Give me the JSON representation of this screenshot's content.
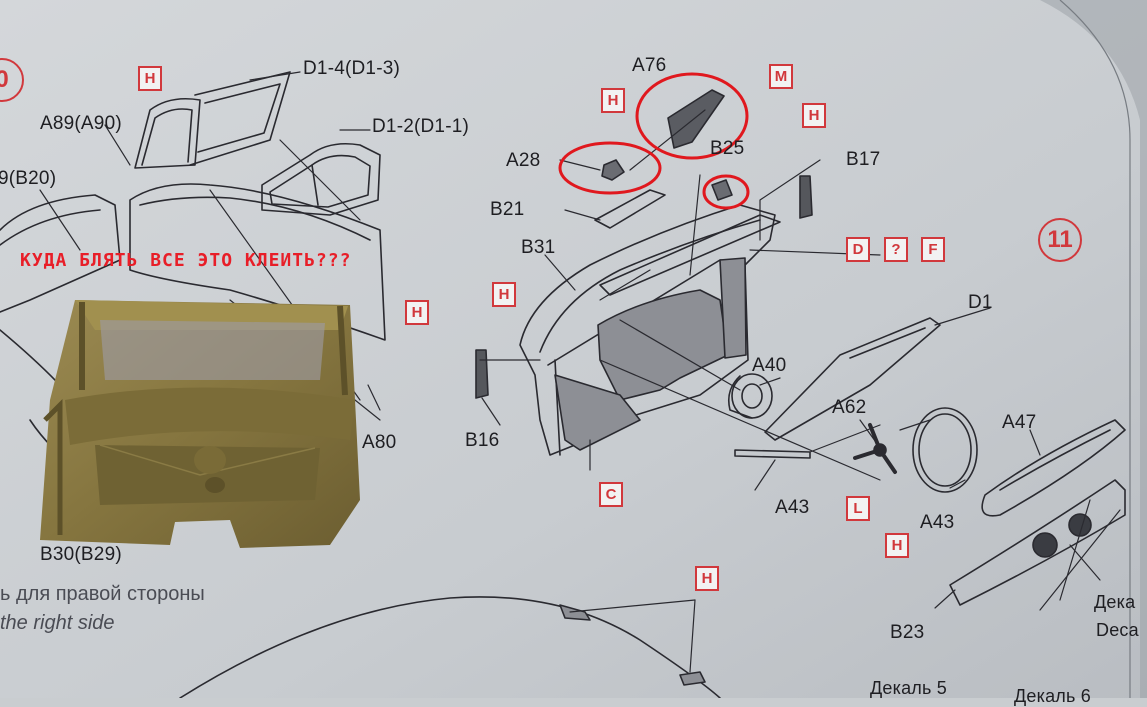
{
  "photo": {
    "overlay_note": "КУДА БЛЯТЬ ВСЕ ЭТО КЛЕИТЬ???",
    "step_number": "11",
    "partial_step_digit": "0",
    "part_labels": {
      "d1_4": "D1-4(D1-3)",
      "d1_2": "D1-2(D1-1)",
      "a89": "A89(A90)",
      "b19": "9(B20)",
      "a76": "A76",
      "a28": "A28",
      "b25": "B25",
      "b17": "B17",
      "b21": "B21",
      "b31": "B31",
      "d1": "D1",
      "a40": "A40",
      "a62": "A62",
      "a47": "A47",
      "b16": "B16",
      "a80": "A80",
      "a43_left": "A43",
      "a43_right": "A43",
      "b30": "B30(B29)",
      "b23": "B23"
    },
    "markers": {
      "h_top_left": "H",
      "h_a28": "H",
      "m_a76": "M",
      "h_b17": "H",
      "d": "D",
      "q": "?",
      "f": "F",
      "h_a80": "H",
      "h_b16": "H",
      "c": "C",
      "l": "L",
      "h_a62": "H",
      "h_bottom": "H"
    },
    "captions": {
      "ru_right_side": "ь для правой стороны",
      "en_right_side": "the right side",
      "decal_5": "Декаль 5",
      "decal_6": "Декаль 6",
      "deca_1": "Дека",
      "deca_2": "Deca"
    },
    "colors": {
      "paper": "#c9cdd0",
      "line_art": "#2a2a30",
      "marker_red": "#d1383c",
      "annotation_red": "#e81e28",
      "plastic_part": "#85753f"
    }
  }
}
